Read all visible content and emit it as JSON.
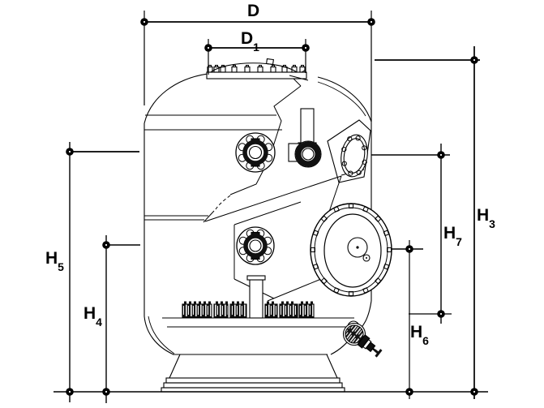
{
  "drawing": {
    "kind": "filter-tank-dimensional-drawing",
    "colors": {
      "line": "#000000",
      "background": "#ffffff"
    },
    "labels": {
      "d": {
        "base": "D",
        "sub": ""
      },
      "d1": {
        "base": "D",
        "sub": "1"
      },
      "h3": {
        "base": "H",
        "sub": "3"
      },
      "h4": {
        "base": "H",
        "sub": "4"
      },
      "h5": {
        "base": "H",
        "sub": "5"
      },
      "h6": {
        "base": "H",
        "sub": "6"
      },
      "h7": {
        "base": "H",
        "sub": "7"
      }
    }
  }
}
